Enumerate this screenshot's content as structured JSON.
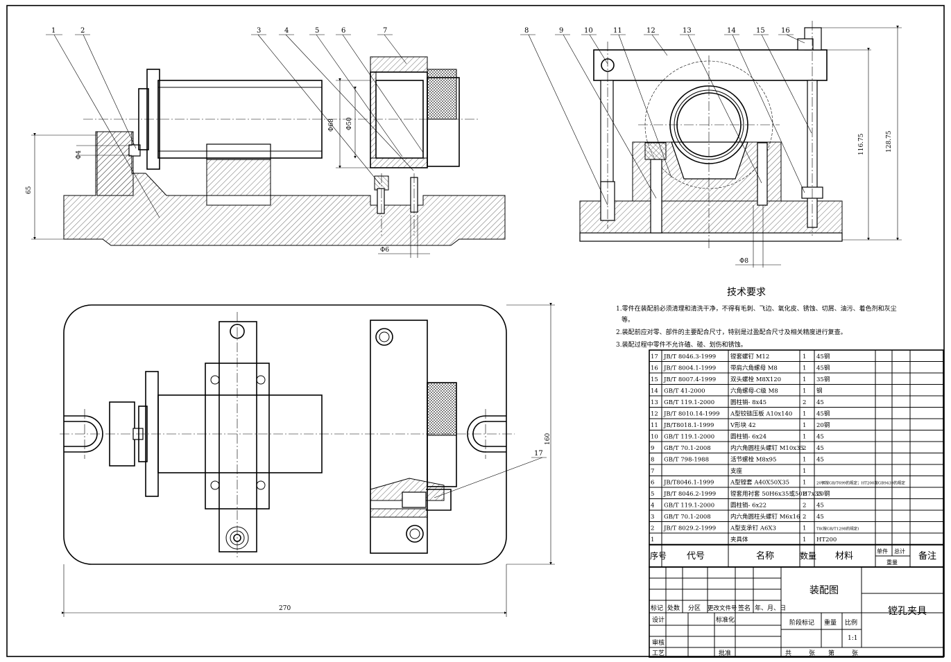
{
  "drawing": {
    "tech_title": "技术要求",
    "tech_notes": [
      "1.零件在装配前必须清理和清洗干净，不得有毛刺、飞边、氧化皮、锈蚀、切屑、油污、着色剂和灰尘",
      "等。",
      "2.装配前应对零、部件的主要配合尺寸，特别是过盈配合尺寸及相关精度进行复查。",
      "3.装配过程中零件不允许磕、碰、划伤和锈蚀。"
    ],
    "part_balloons_front": [
      "1",
      "2",
      "3",
      "4",
      "5",
      "6",
      "7"
    ],
    "part_balloons_side": [
      "8",
      "9",
      "10",
      "11",
      "12",
      "13",
      "14",
      "15",
      "16"
    ],
    "part_balloon_top": "17",
    "dims": {
      "d_pin": "Φ4",
      "h65": "65",
      "d68": "Φ68",
      "d50": "Φ50",
      "d6": "Φ6",
      "d8": "Φ8",
      "h116": "116.75",
      "h128": "128.75",
      "w270": "270",
      "h160": "160"
    },
    "bom": [
      [
        "17",
        "JB/T 8046.3-1999",
        "镗套螺钉 M12",
        "1",
        "45钢"
      ],
      [
        "16",
        "JB/T 8004.1-1999",
        "带肩六角螺母 M8",
        "1",
        "45钢"
      ],
      [
        "15",
        "JB/T 8007.4-1999",
        "双头螺栓 M8X120",
        "1",
        "35钢"
      ],
      [
        "14",
        "GB/T 41-2000",
        "六角螺母-C级 M8",
        "1",
        "钢"
      ],
      [
        "13",
        "GB/T 119.1-2000",
        "圆柱销- 8x45",
        "2",
        "45"
      ],
      [
        "12",
        "JB/T 8010.14-1999",
        "A型铰链压板 A10x140",
        "1",
        "45钢"
      ],
      [
        "11",
        "JB/T8018.1-1999",
        "V形块 42",
        "1",
        "20钢"
      ],
      [
        "10",
        "GB/T 119.1-2000",
        "圆柱销- 6x24",
        "1",
        "45"
      ],
      [
        "9",
        "GB/T 70.1-2008",
        "内六角圆柱头螺钉 M10x35",
        "2",
        "45"
      ],
      [
        "8",
        "GB/T 798-1988",
        "活节螺栓 M8x95",
        "1",
        "45"
      ],
      [
        "7",
        "",
        "支座",
        "1",
        ""
      ],
      [
        "6",
        "JB/T8046.1-1999",
        "A型镗套 A40X50X35",
        "1",
        "20钢按GB/T699的规定；HT200按GB9439的规定"
      ],
      [
        "5",
        "JB/T 8046.2-1999",
        "镗套用衬套 50H6x35或50H7x35",
        "2",
        "20钢"
      ],
      [
        "4",
        "GB/T 119.1-2000",
        "圆柱销- 6x22",
        "2",
        "45"
      ],
      [
        "3",
        "GB/T 70.1-2008",
        "内六角圆柱头螺钉 M6x16",
        "2",
        "45"
      ],
      [
        "2",
        "JB/T 8029.2-1999",
        "A型支承钉 A6X3",
        "1",
        "T8(按GB/T1298的规定)"
      ],
      [
        "1",
        "",
        "夹具体",
        "1",
        "HT200"
      ]
    ],
    "bom_header": {
      "seq": "序号",
      "code": "代号",
      "name": "名称",
      "qty": "数量",
      "material": "材料",
      "single": "单件",
      "total": "总计",
      "weight": "重量",
      "remark": "备注"
    },
    "title_block": {
      "drawing_name": "装配图",
      "product_name": "镗孔夹具",
      "mark": "标记",
      "count": "处数",
      "zone": "分区",
      "change_doc": "更改文件号",
      "sign": "签名",
      "date": "年、月、日",
      "design": "设计",
      "standard": "标准化",
      "stage": "阶段标记",
      "weight": "重量",
      "scale": "比例",
      "scale_value": "1:1",
      "check": "审核",
      "process": "工艺",
      "approve": "批准",
      "total_sheets": "共",
      "sheet": "张",
      "no": "第",
      "sheet2": "张"
    }
  }
}
